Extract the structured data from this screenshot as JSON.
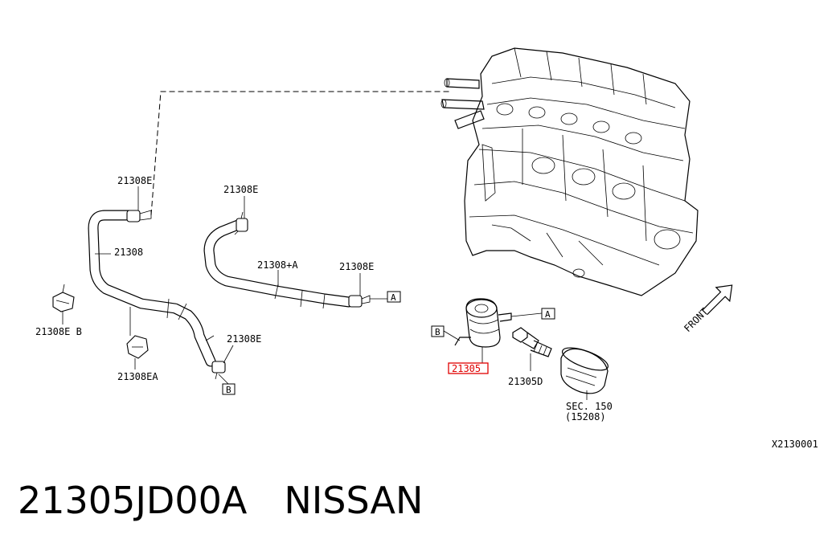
{
  "diagram": {
    "labels": {
      "c1": "21308E",
      "hose_main": "21308",
      "c2": "21308E",
      "hose_a": "21308+A",
      "c3": "21308E",
      "c4": "21308E B",
      "c5": "21308EA",
      "c6": "21308E",
      "part_21305": "21305",
      "part_21305d": "21305D",
      "sec": "SEC. 150",
      "sec_sub": "(15208)",
      "front": "FRONT",
      "drawing_code": "X2130001"
    },
    "refs": {
      "a1": "A",
      "a2": "A",
      "b1": "B",
      "b2": "B"
    },
    "highlight_color": "#e00000"
  },
  "footer": {
    "part_number": "21305JD00A",
    "brand": "NISSAN"
  }
}
